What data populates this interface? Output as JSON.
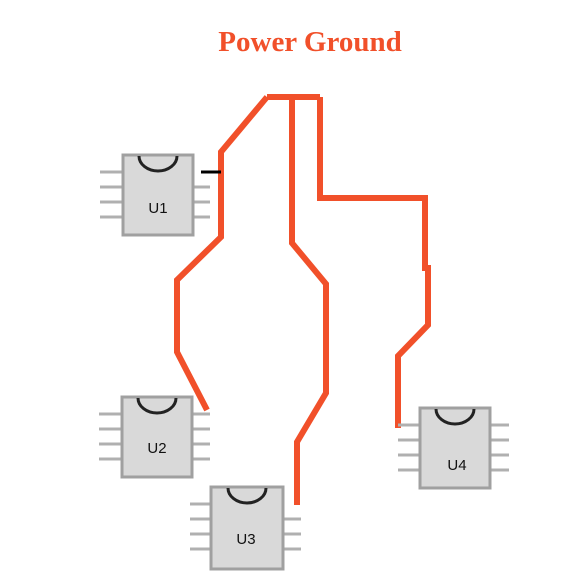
{
  "title": "Power Ground",
  "colors": {
    "trace": "#f1502a",
    "chip_fill": "#d9d9d9",
    "chip_stroke": "#a0a0a0",
    "pin": "#b0b0b0",
    "notch": "#222222",
    "stub": "#000000"
  },
  "chips": [
    {
      "id": "U1",
      "label": "U1"
    },
    {
      "id": "U2",
      "label": "U2"
    },
    {
      "id": "U3",
      "label": "U3"
    },
    {
      "id": "U4",
      "label": "U4"
    }
  ]
}
